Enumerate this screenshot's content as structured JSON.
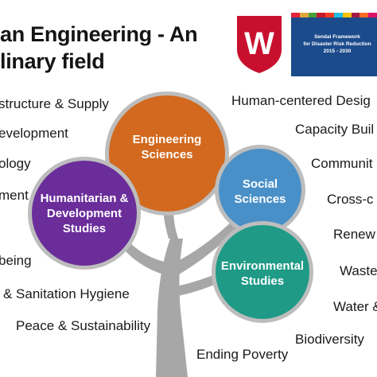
{
  "title": {
    "line1": "an Engineering - An",
    "line2": "linary field"
  },
  "sendai": {
    "line1": "Sendai Framework",
    "line2": "for Disaster Risk Reduction",
    "line3": "2015 - 2030"
  },
  "logo": {
    "letter": "W"
  },
  "circles": {
    "engineering": [
      "Engineering",
      "Sciences"
    ],
    "humanitarian": [
      "Humanitarian &",
      "Development",
      "Studies"
    ],
    "social": [
      "Social",
      "Sciences"
    ],
    "environmental": [
      "Environmental",
      "Studies"
    ]
  },
  "left_labels": [
    "structure & Supply",
    "evelopment",
    "ology",
    "ment",
    "being",
    "& Sanitation Hygiene",
    "Peace & Sustainability"
  ],
  "right_labels": [
    "Human-centered Desig",
    "Capacity Buil",
    "Communit",
    "Cross-c",
    "Renew",
    "Waste",
    "Water &",
    "Biodiversity"
  ],
  "bottom_label": "Ending Poverty",
  "colors": {
    "engineering": "#d2691e",
    "humanitarian": "#6a2d9a",
    "social": "#4a90c8",
    "environmental": "#1f9a86",
    "trunk": "#a7a7a7",
    "logo_red": "#c8102e",
    "sendai_blue": "#1c4b8c"
  }
}
